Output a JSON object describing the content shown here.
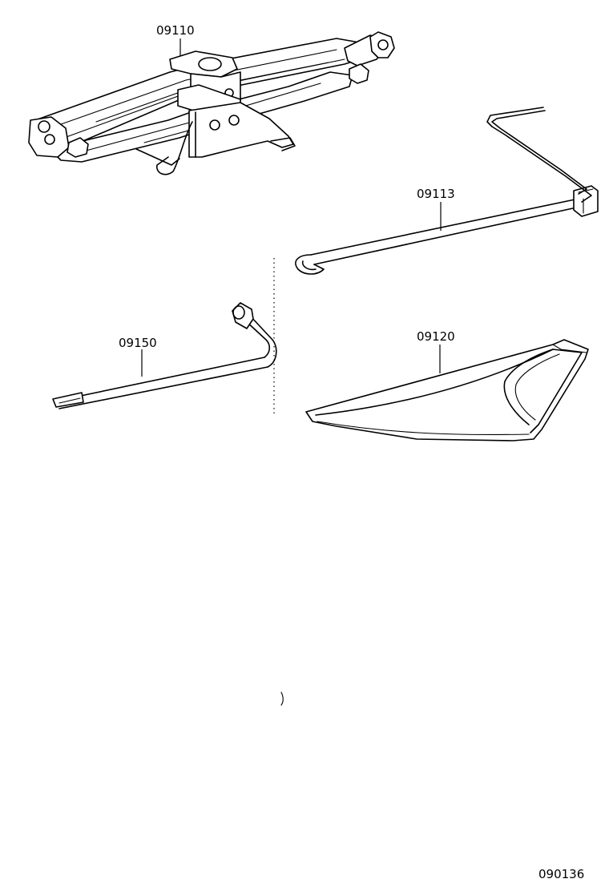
{
  "parts": [
    {
      "id": "jack",
      "number": "09110"
    },
    {
      "id": "handle",
      "number": "09113"
    },
    {
      "id": "wrench",
      "number": "09150"
    },
    {
      "id": "tray",
      "number": "09120"
    }
  ],
  "diagram_code": "090136"
}
